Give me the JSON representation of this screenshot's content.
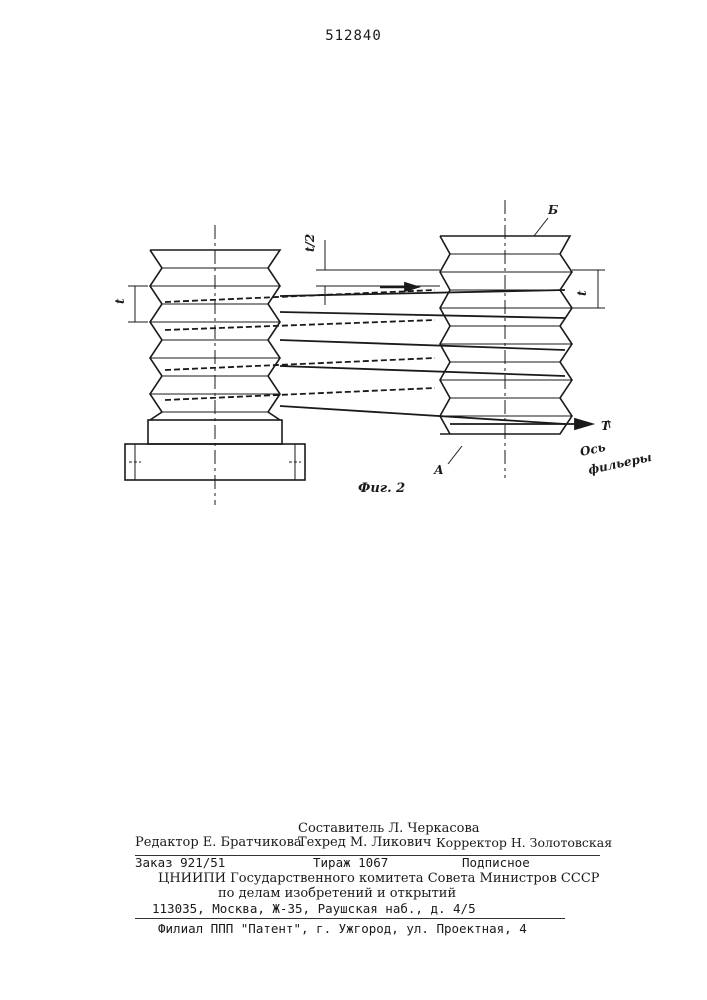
{
  "header": {
    "patent_number": "512840"
  },
  "figure": {
    "label_b": "Б",
    "label_a": "А",
    "label_t_left": "t",
    "label_t_right": "t",
    "label_t_half": "t/2",
    "label_t_arrow": "T",
    "axis_label_line1": "Ось",
    "axis_label_line2": "фильеры",
    "caption": "Фиг. 2"
  },
  "colophon": {
    "compiler": "Составитель Л. Черкасова",
    "editor": "Редактор Е. Братчикова",
    "techred": "Техред М. Ликович",
    "corrector": "Корректор Н. Золотовская",
    "order": "Заказ 921/51",
    "circulation": "Тираж 1067",
    "subscription": "Подписное",
    "org_line1": "ЦНИИПИ Государственного комитета Совета Министров СССР",
    "org_line2": "по делам изобретений и открытий",
    "address": "113035, Москва, Ж-35, Раушская наб., д. 4/5",
    "branch": "Филиал ППП \"Патент\", г. Ужгород, ул. Проектная, 4"
  }
}
